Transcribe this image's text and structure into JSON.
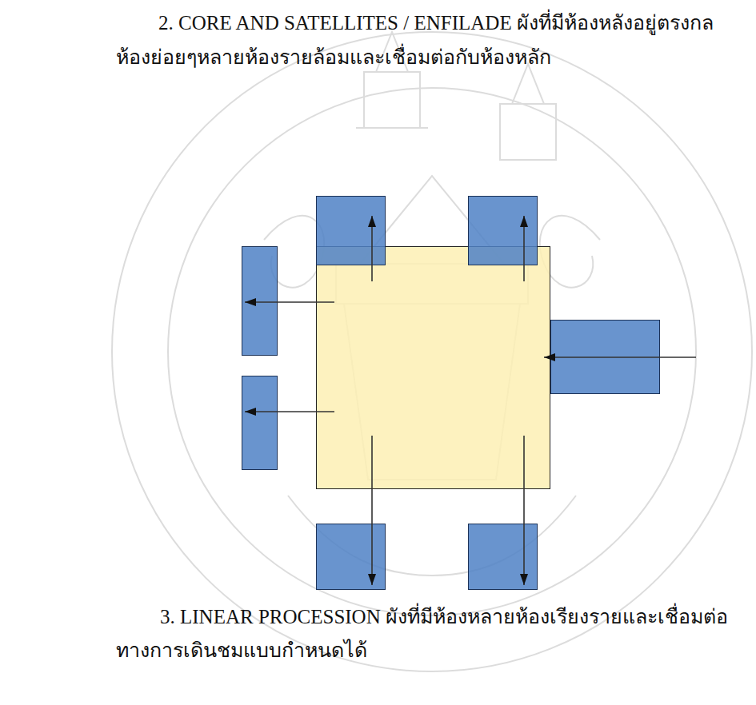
{
  "diagram": {
    "nodes": [
      {
        "text": []
      },
      {
        "text": []
      },
      {
        "text": []
      },
      {
        "text": []
      },
      {
        "text": []
      },
      {
        "text": []
      },
      {
        "text": []
      },
      {
        "text": []
      }
    ],
    "edges": [
      {
        "from": 0,
        "to": 1,
        "arrow": "to"
      },
      {
        "from": 0,
        "to": 2,
        "arrow": "to"
      },
      {
        "from": 0,
        "to": 3,
        "arrow": "to"
      },
      {
        "from": 0,
        "to": 4,
        "arrow": "to"
      },
      {
        "from": 0,
        "to": 5,
        "arrow": "to"
      },
      {
        "from": 0,
        "to": 6,
        "arrow": "to"
      },
      {
        "from": 7,
        "to": 0,
        "arrow": "to"
      }
    ],
    "labels": [
      "2. CORE AND SATELLITES / ENFILADE ผังที่มีห้องหลังอยู่ตรงกล",
      "ห้องย่อยๆหลายห้องรายล้อมและเชื่อมต่อกับห้องหลัก",
      "3. LINEAR PROCESSION ผังที่มีห้องหลายห้องเรียงรายและเชื่อมต่อ",
      "ทางการเดินชมแบบกำหนดได้"
    ]
  }
}
